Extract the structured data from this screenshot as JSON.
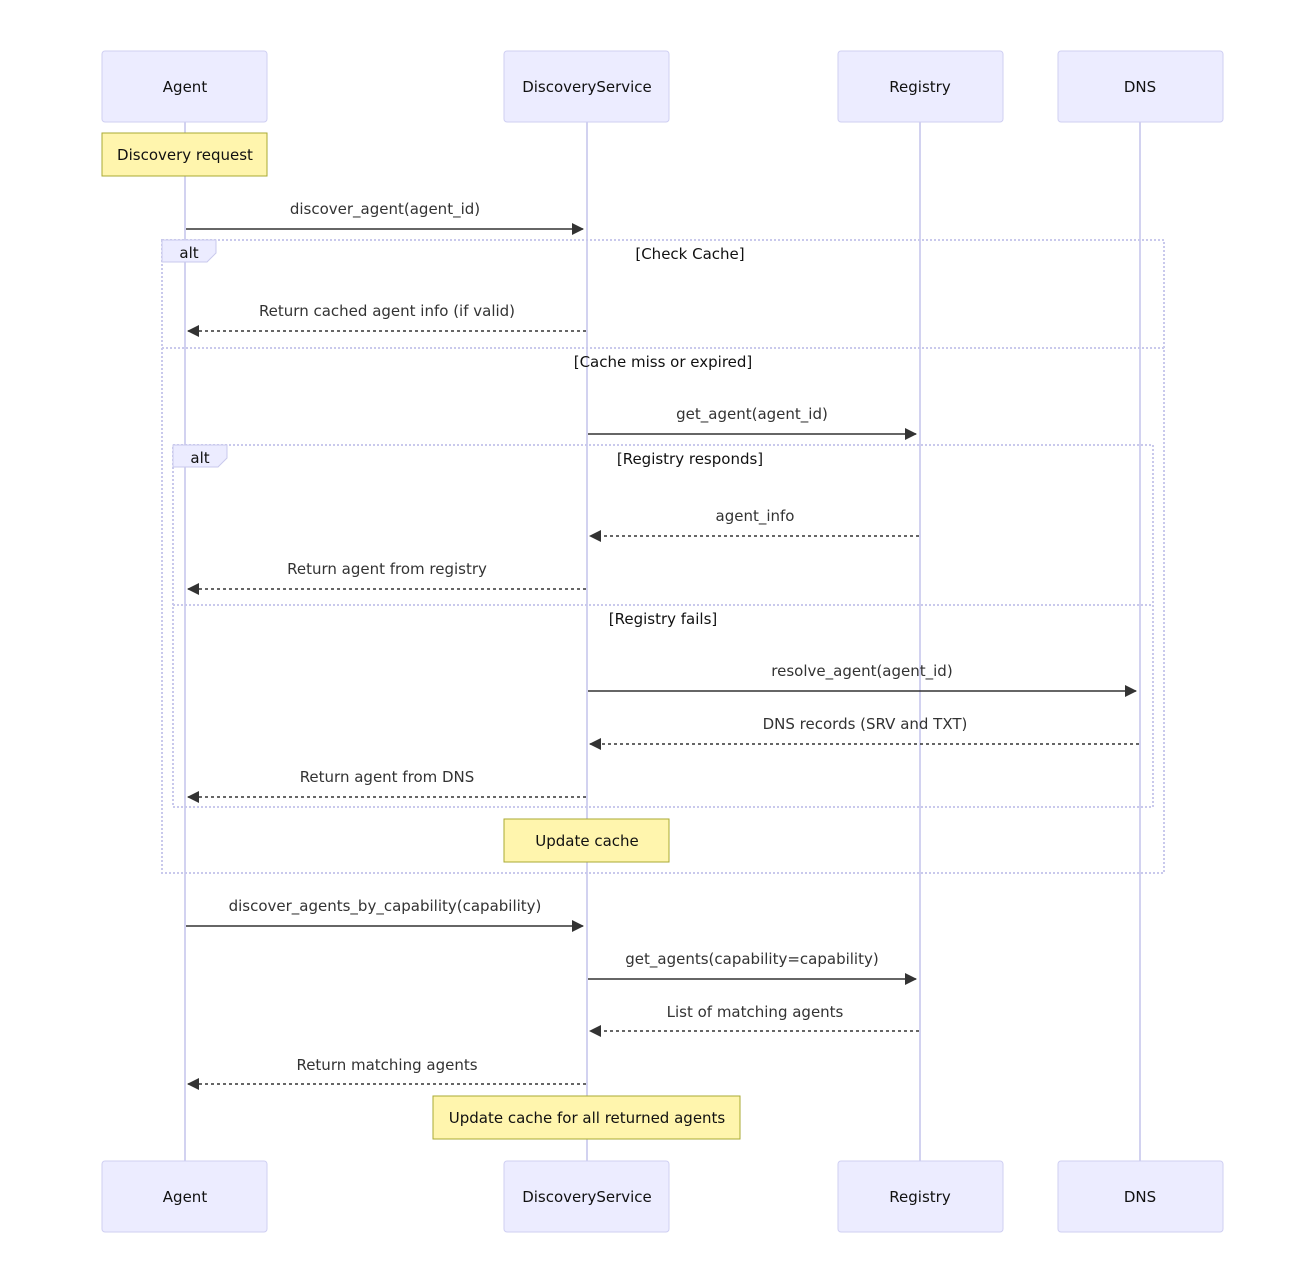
{
  "participants": [
    {
      "id": "agent",
      "label": "Agent"
    },
    {
      "id": "discovery",
      "label": "DiscoveryService"
    },
    {
      "id": "registry",
      "label": "Registry"
    },
    {
      "id": "dns",
      "label": "DNS"
    }
  ],
  "notes": [
    {
      "text": "Discovery request"
    },
    {
      "text": "Update cache"
    },
    {
      "text": "Update cache for all returned agents"
    }
  ],
  "messages": [
    {
      "text": "discover_agent(agent_id)"
    },
    {
      "text": "Return cached agent info (if valid)"
    },
    {
      "text": "get_agent(agent_id)"
    },
    {
      "text": "agent_info"
    },
    {
      "text": "Return agent from registry"
    },
    {
      "text": "resolve_agent(agent_id)"
    },
    {
      "text": "DNS records (SRV and TXT)"
    },
    {
      "text": "Return agent from DNS"
    },
    {
      "text": "discover_agents_by_capability(capability)"
    },
    {
      "text": "get_agents(capability=capability)"
    },
    {
      "text": "List of matching agents"
    },
    {
      "text": "Return matching agents"
    }
  ],
  "fragments": [
    {
      "label": "alt",
      "sections": [
        "[Check Cache]",
        "[Cache miss or expired]"
      ]
    },
    {
      "label": "alt",
      "sections": [
        "[Registry responds]",
        "[Registry fails]"
      ]
    }
  ],
  "colors": {
    "actor_fill": "#ECECFF",
    "actor_stroke": "#CFCFF2",
    "lifeline": "#D2D2F0",
    "note_fill": "#FFF5AD",
    "note_stroke": "#AAAA33",
    "message": "#333333"
  }
}
